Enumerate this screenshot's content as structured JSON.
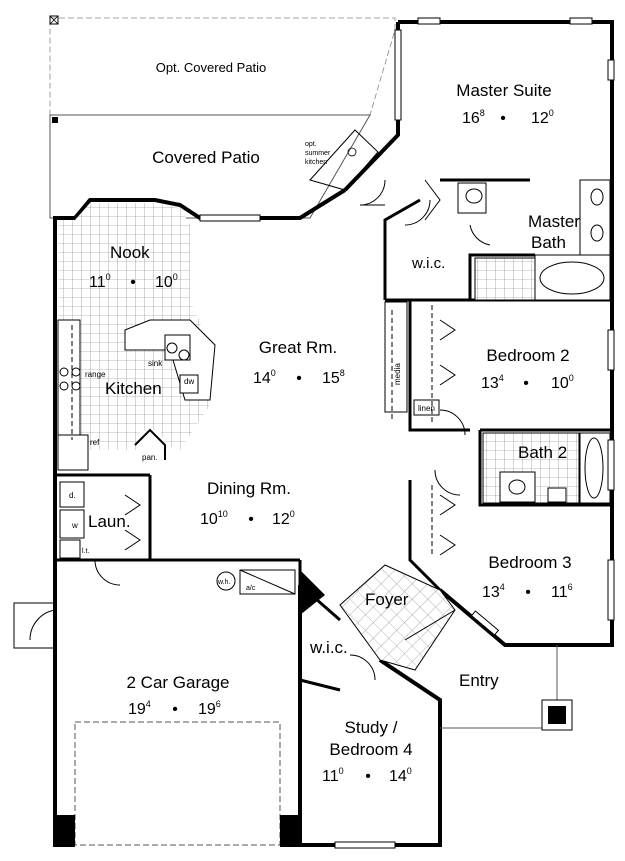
{
  "rooms": {
    "opt_covered_patio": "Opt. Covered Patio",
    "covered_patio": "Covered Patio",
    "opt_summer_kitchen": [
      "opt.",
      "summer",
      "kitchen"
    ],
    "master_suite": {
      "name": "Master Suite",
      "w": "16",
      "w_in": "8",
      "d": "12",
      "d_in": "0"
    },
    "master_bath": [
      "Master",
      "Bath"
    ],
    "wic_master": "w.i.c.",
    "nook": {
      "name": "Nook",
      "w": "11",
      "w_in": "0",
      "d": "10",
      "d_in": "0"
    },
    "great_room": {
      "name": "Great Rm.",
      "w": "14",
      "w_in": "0",
      "d": "15",
      "d_in": "8"
    },
    "kitchen": "Kitchen",
    "bedroom2": {
      "name": "Bedroom 2",
      "w": "13",
      "w_in": "4",
      "d": "10",
      "d_in": "0"
    },
    "bath2": "Bath 2",
    "dining_room": {
      "name": "Dining Rm.",
      "w": "10",
      "w_in": "10",
      "d": "12",
      "d_in": "0"
    },
    "laundry": "Laun.",
    "bedroom3": {
      "name": "Bedroom 3",
      "w": "13",
      "w_in": "4",
      "d": "11",
      "d_in": "6"
    },
    "foyer": "Foyer",
    "wic_study": "w.i.c.",
    "garage": {
      "name": "2 Car Garage",
      "w": "19",
      "w_in": "4",
      "d": "19",
      "d_in": "6"
    },
    "entry": "Entry",
    "study": {
      "name1": "Study /",
      "name2": "Bedroom 4",
      "w": "11",
      "w_in": "0",
      "d": "14",
      "d_in": "0"
    }
  },
  "fixtures": {
    "media": "media",
    "linen": "linen",
    "sink": "sink",
    "dw": "dw",
    "range": "range",
    "ref": "ref",
    "pan": "pan.",
    "dryer": "d.",
    "washer": "w",
    "laundry_tub": "l.t.",
    "water_heater": "w.h.",
    "ac": "a/c"
  },
  "separator": "•"
}
